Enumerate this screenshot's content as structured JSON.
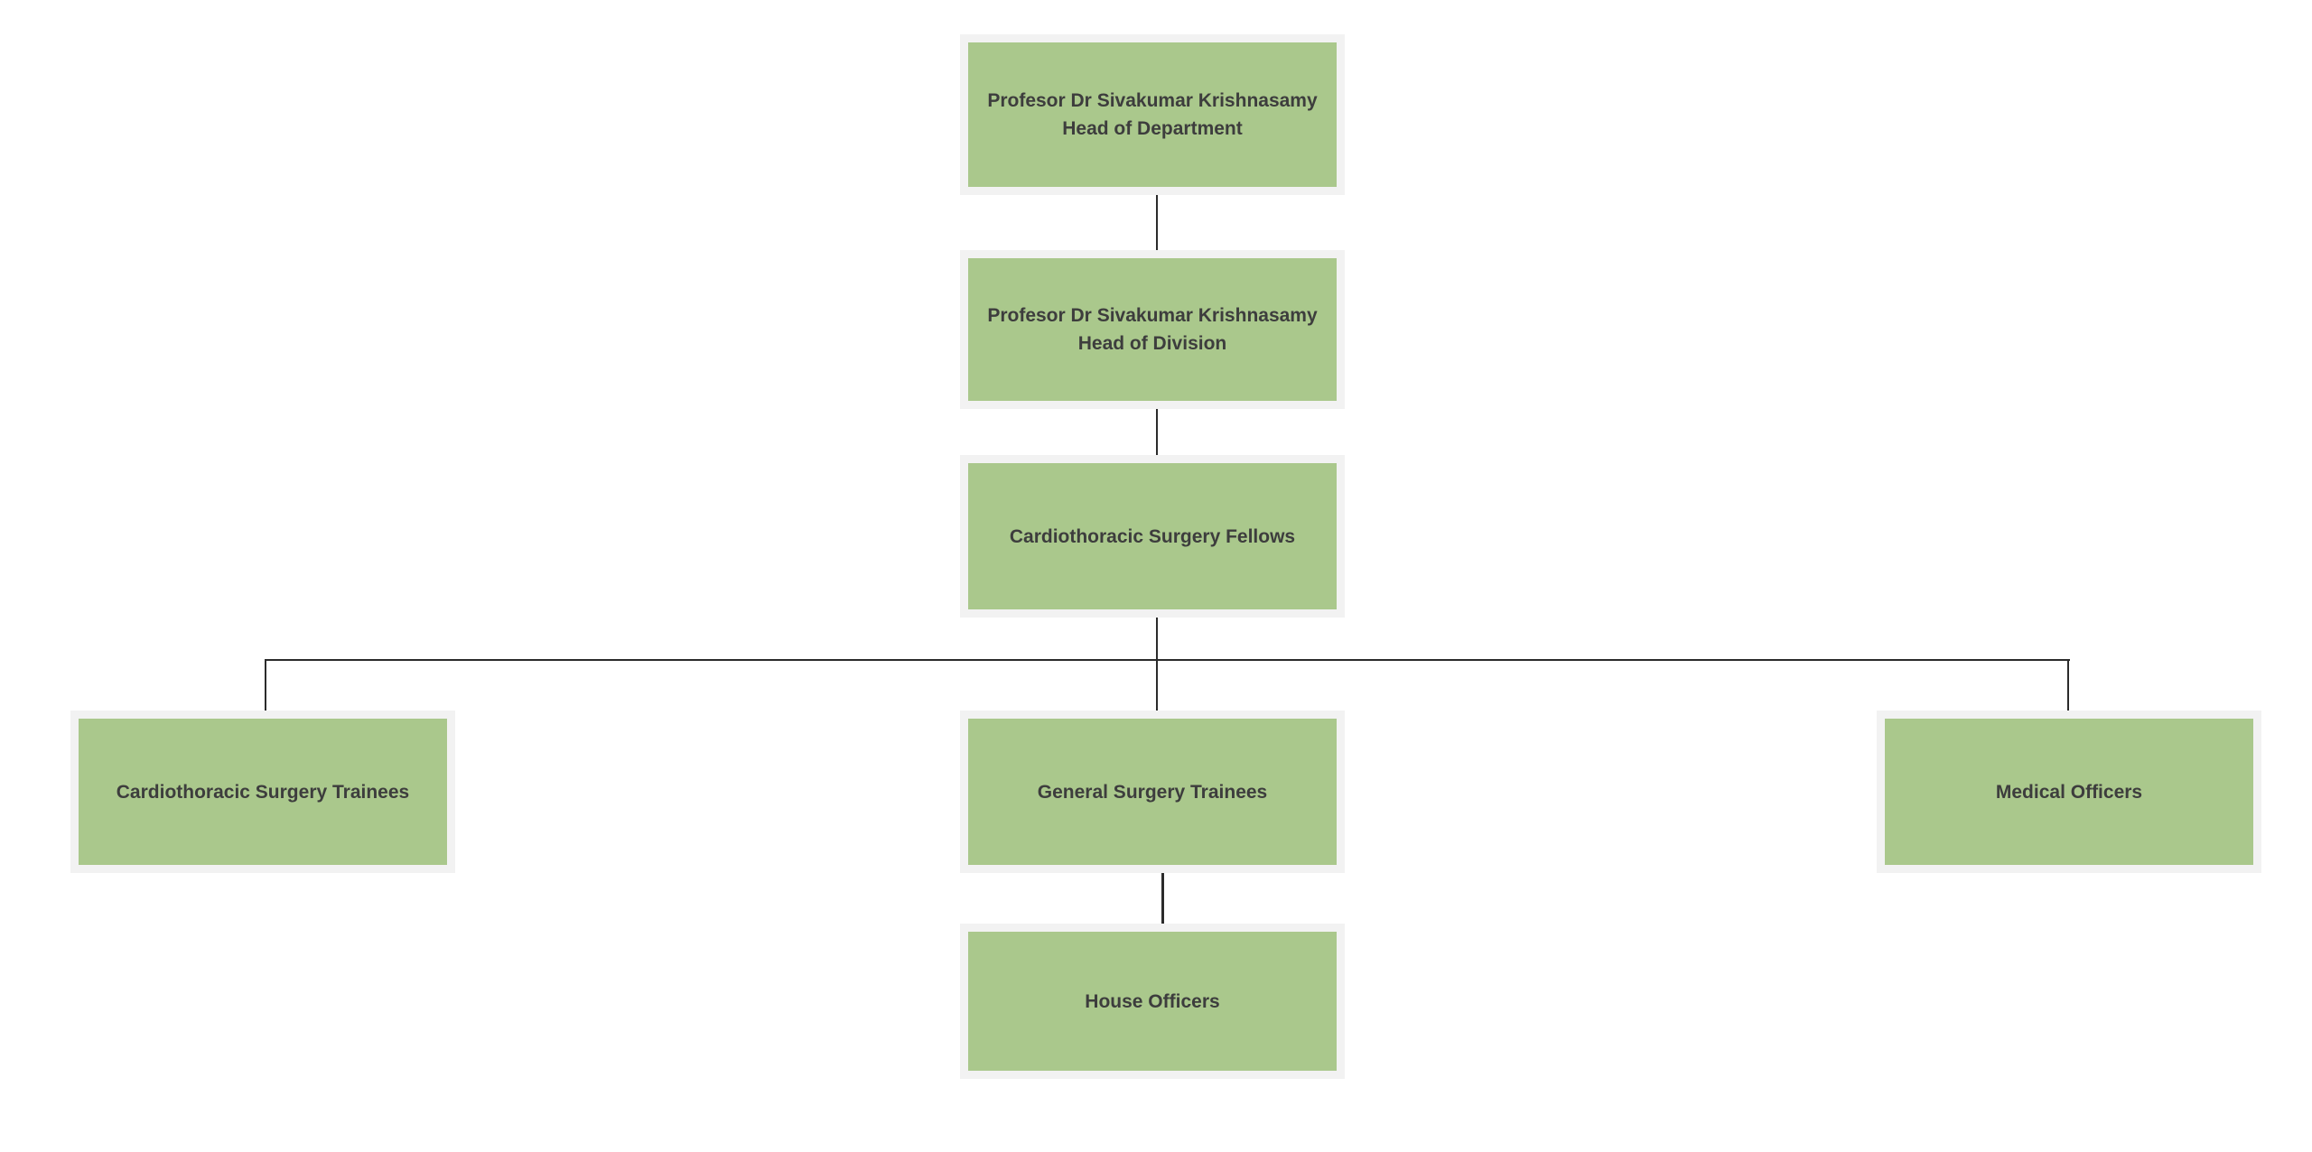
{
  "diagram": {
    "type": "org_chart",
    "background": "#ffffff",
    "colors": {
      "node_fill": "#aac88c",
      "node_frame": "#f2f2f2",
      "node_text": "#3d3d3d",
      "connector": "#2b2b2b"
    },
    "nodes": {
      "head_of_department": {
        "line1": "Profesor Dr Sivakumar Krishnasamy",
        "line2": "Head of Department"
      },
      "head_of_division": {
        "line1": "Profesor Dr Sivakumar Krishnasamy",
        "line2": "Head of Division"
      },
      "fellows": {
        "label": "Cardiothoracic Surgery Fellows"
      },
      "cardiothoracic_trainees": {
        "label": "Cardiothoracic Surgery Trainees"
      },
      "general_trainees": {
        "label": "General Surgery Trainees"
      },
      "medical_officers": {
        "label": "Medical Officers"
      },
      "house_officers": {
        "label": "House Officers"
      }
    },
    "edges": [
      {
        "from": "head_of_department",
        "to": "head_of_division"
      },
      {
        "from": "head_of_division",
        "to": "fellows"
      },
      {
        "from": "fellows",
        "to": "cardiothoracic_trainees"
      },
      {
        "from": "fellows",
        "to": "general_trainees"
      },
      {
        "from": "fellows",
        "to": "medical_officers"
      },
      {
        "from": "general_trainees",
        "to": "house_officers"
      }
    ]
  }
}
